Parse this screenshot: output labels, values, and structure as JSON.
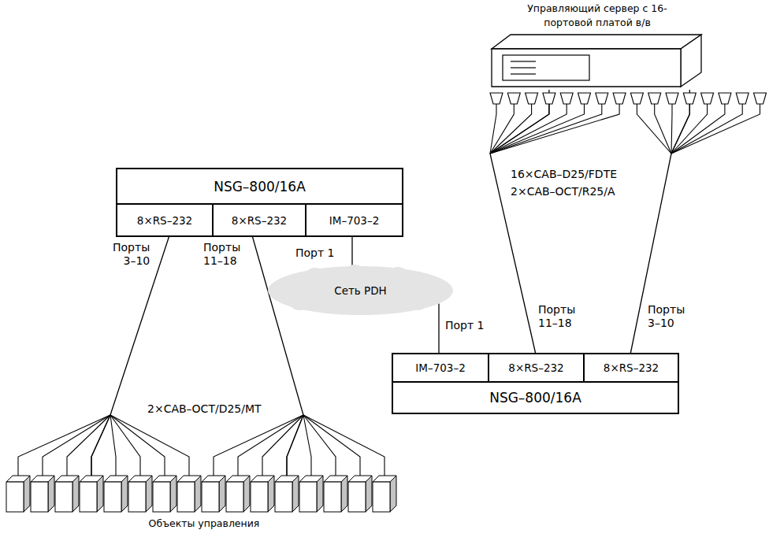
{
  "diagram": {
    "nodes": [
      {
        "text": [
          "Управляющий сервер с 16-портовой платой в/в"
        ]
      },
      {
        "text": [
          "NSG–800/16A"
        ]
      },
      {
        "text": [
          "8×RS–232"
        ],
        "in": 1
      },
      {
        "text": [
          "8×RS–232"
        ],
        "in": 1
      },
      {
        "text": [
          "IM–703–2"
        ],
        "in": 1
      },
      {
        "text": [
          "Сеть PDH"
        ]
      },
      {
        "text": [
          "NSG–800/16A"
        ]
      },
      {
        "text": [
          "IM–703–2"
        ],
        "in": 6
      },
      {
        "text": [
          "8×RS–232"
        ],
        "in": 6
      },
      {
        "text": [
          "8×RS–232"
        ],
        "in": 6
      },
      {
        "text": [
          "Объекты управления"
        ]
      }
    ],
    "edges": [
      {
        "from": 0,
        "to": 8,
        "arrow": "none",
        "label": "Порты 11–18"
      },
      {
        "from": 0,
        "to": 9,
        "arrow": "none",
        "label": "Порты 3–10"
      },
      {
        "from": 2,
        "to": 10,
        "arrow": "none",
        "label": "Порты 3–10"
      },
      {
        "from": 3,
        "to": 10,
        "arrow": "none",
        "label": "Порты 11–18"
      },
      {
        "from": 4,
        "to": 5,
        "arrow": "none",
        "label": "Порт 1"
      },
      {
        "from": 5,
        "to": 7,
        "arrow": "none",
        "label": "Порт 1"
      }
    ],
    "labels": [
      "16×CAB–D25/FDTE",
      "2×CAB–OCT/R25/A",
      "2×CAB–OCT/D25/MT"
    ]
  }
}
